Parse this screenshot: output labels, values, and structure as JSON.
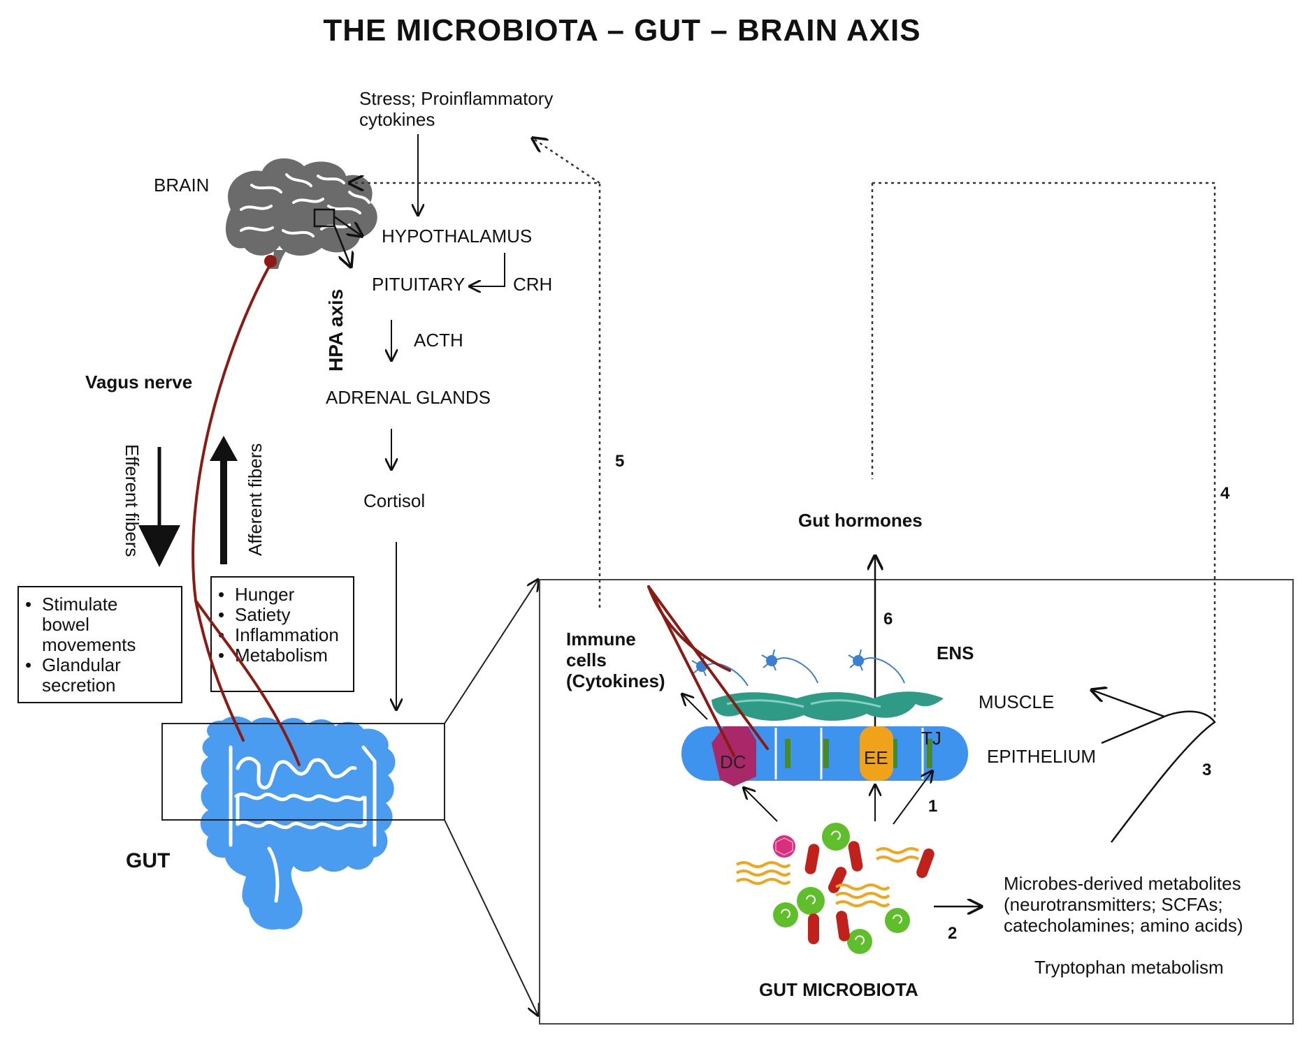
{
  "title": "THE MICROBIOTA – GUT – BRAIN AXIS",
  "labels": {
    "brain": "BRAIN",
    "gut": "GUT",
    "vagus_nerve": "Vagus nerve",
    "efferent_fibers": "Efferent fibers",
    "afferent_fibers": "Afferent fibers",
    "stress_line1": "Stress; Proinflammatory",
    "stress_line2": "cytokines",
    "hypothalamus": "HYPOTHALAMUS",
    "pituitary": "PITUITARY",
    "crh": "CRH",
    "acth": "ACTH",
    "hpa_axis": "HPA axis",
    "adrenal_glands": "ADRENAL GLANDS",
    "cortisol": "Cortisol",
    "gut_hormones": "Gut hormones",
    "immune_line1": "Immune",
    "immune_line2": "cells",
    "immune_line3": "(Cytokines)",
    "ens": "ENS",
    "muscle": "MUSCLE",
    "epithelium": "EPITHELIUM",
    "tj": "TJ",
    "dc": "DC",
    "ee": "EE",
    "gut_microbiota": "GUT MICROBIOTA",
    "metabolites_line1": "Microbes-derived metabolites",
    "metabolites_line2": "(neurotransmitters; SCFAs;",
    "metabolites_line3": "catecholamines; amino acids)",
    "tryptophan": "Tryptophan metabolism"
  },
  "efferent_box": [
    "Stimulate",
    "bowel",
    "movements",
    "Glandular",
    "secretion"
  ],
  "afferent_box": [
    "Hunger",
    "Satiety",
    "Inflammation",
    "Metabolism"
  ],
  "pathway_numbers": {
    "p1": "1",
    "p2": "2",
    "p3": "3",
    "p4": "4",
    "p5": "5",
    "p6": "6"
  },
  "bullet": "•",
  "colors": {
    "brain": "#6b6b6b",
    "gut": "#4a9cf0",
    "nerve": "#8b1a12",
    "epithelium": "#3e93ee",
    "muscle": "#2f9a86",
    "neuron": "#3a7fd0",
    "dc": "#a8286a",
    "ee": "#f0a21a",
    "tight_junction": "#4a8a22",
    "microbe_green": "#5fbf2b",
    "microbe_red": "#c0221b",
    "microbe_orange": "#f2a41a",
    "microbe_pink": "#d8307c"
  }
}
